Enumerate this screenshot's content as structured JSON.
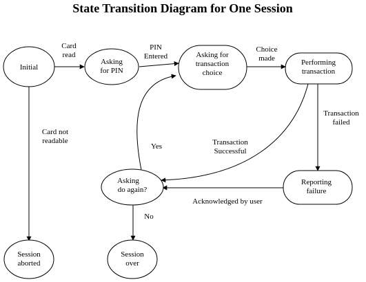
{
  "title": "State Transition Diagram for One Session",
  "nodes": {
    "initial": "Initial",
    "asking_pin": [
      "Asking",
      "for PIN"
    ],
    "asking_choice": [
      "Asking for",
      "transaction",
      "choice"
    ],
    "performing": [
      "Performing",
      "transaction"
    ],
    "reporting_failure": [
      "Reporting",
      "failure"
    ],
    "asking_again": [
      "Asking",
      "do again?"
    ],
    "session_aborted": [
      "Session",
      "aborted"
    ],
    "session_over": [
      "Session",
      "over"
    ]
  },
  "edges": {
    "card_read": [
      "Card",
      "read"
    ],
    "pin_entered": [
      "PIN",
      "Entered"
    ],
    "choice_made": [
      "Choice",
      "made"
    ],
    "card_not_readable": [
      "Card not",
      "readable"
    ],
    "transaction_failed": [
      "Transaction",
      "failed"
    ],
    "transaction_successful": [
      "Transaction",
      "Successful"
    ],
    "yes": "Yes",
    "acknowledged": "Acknowledged by user",
    "no": "No"
  }
}
